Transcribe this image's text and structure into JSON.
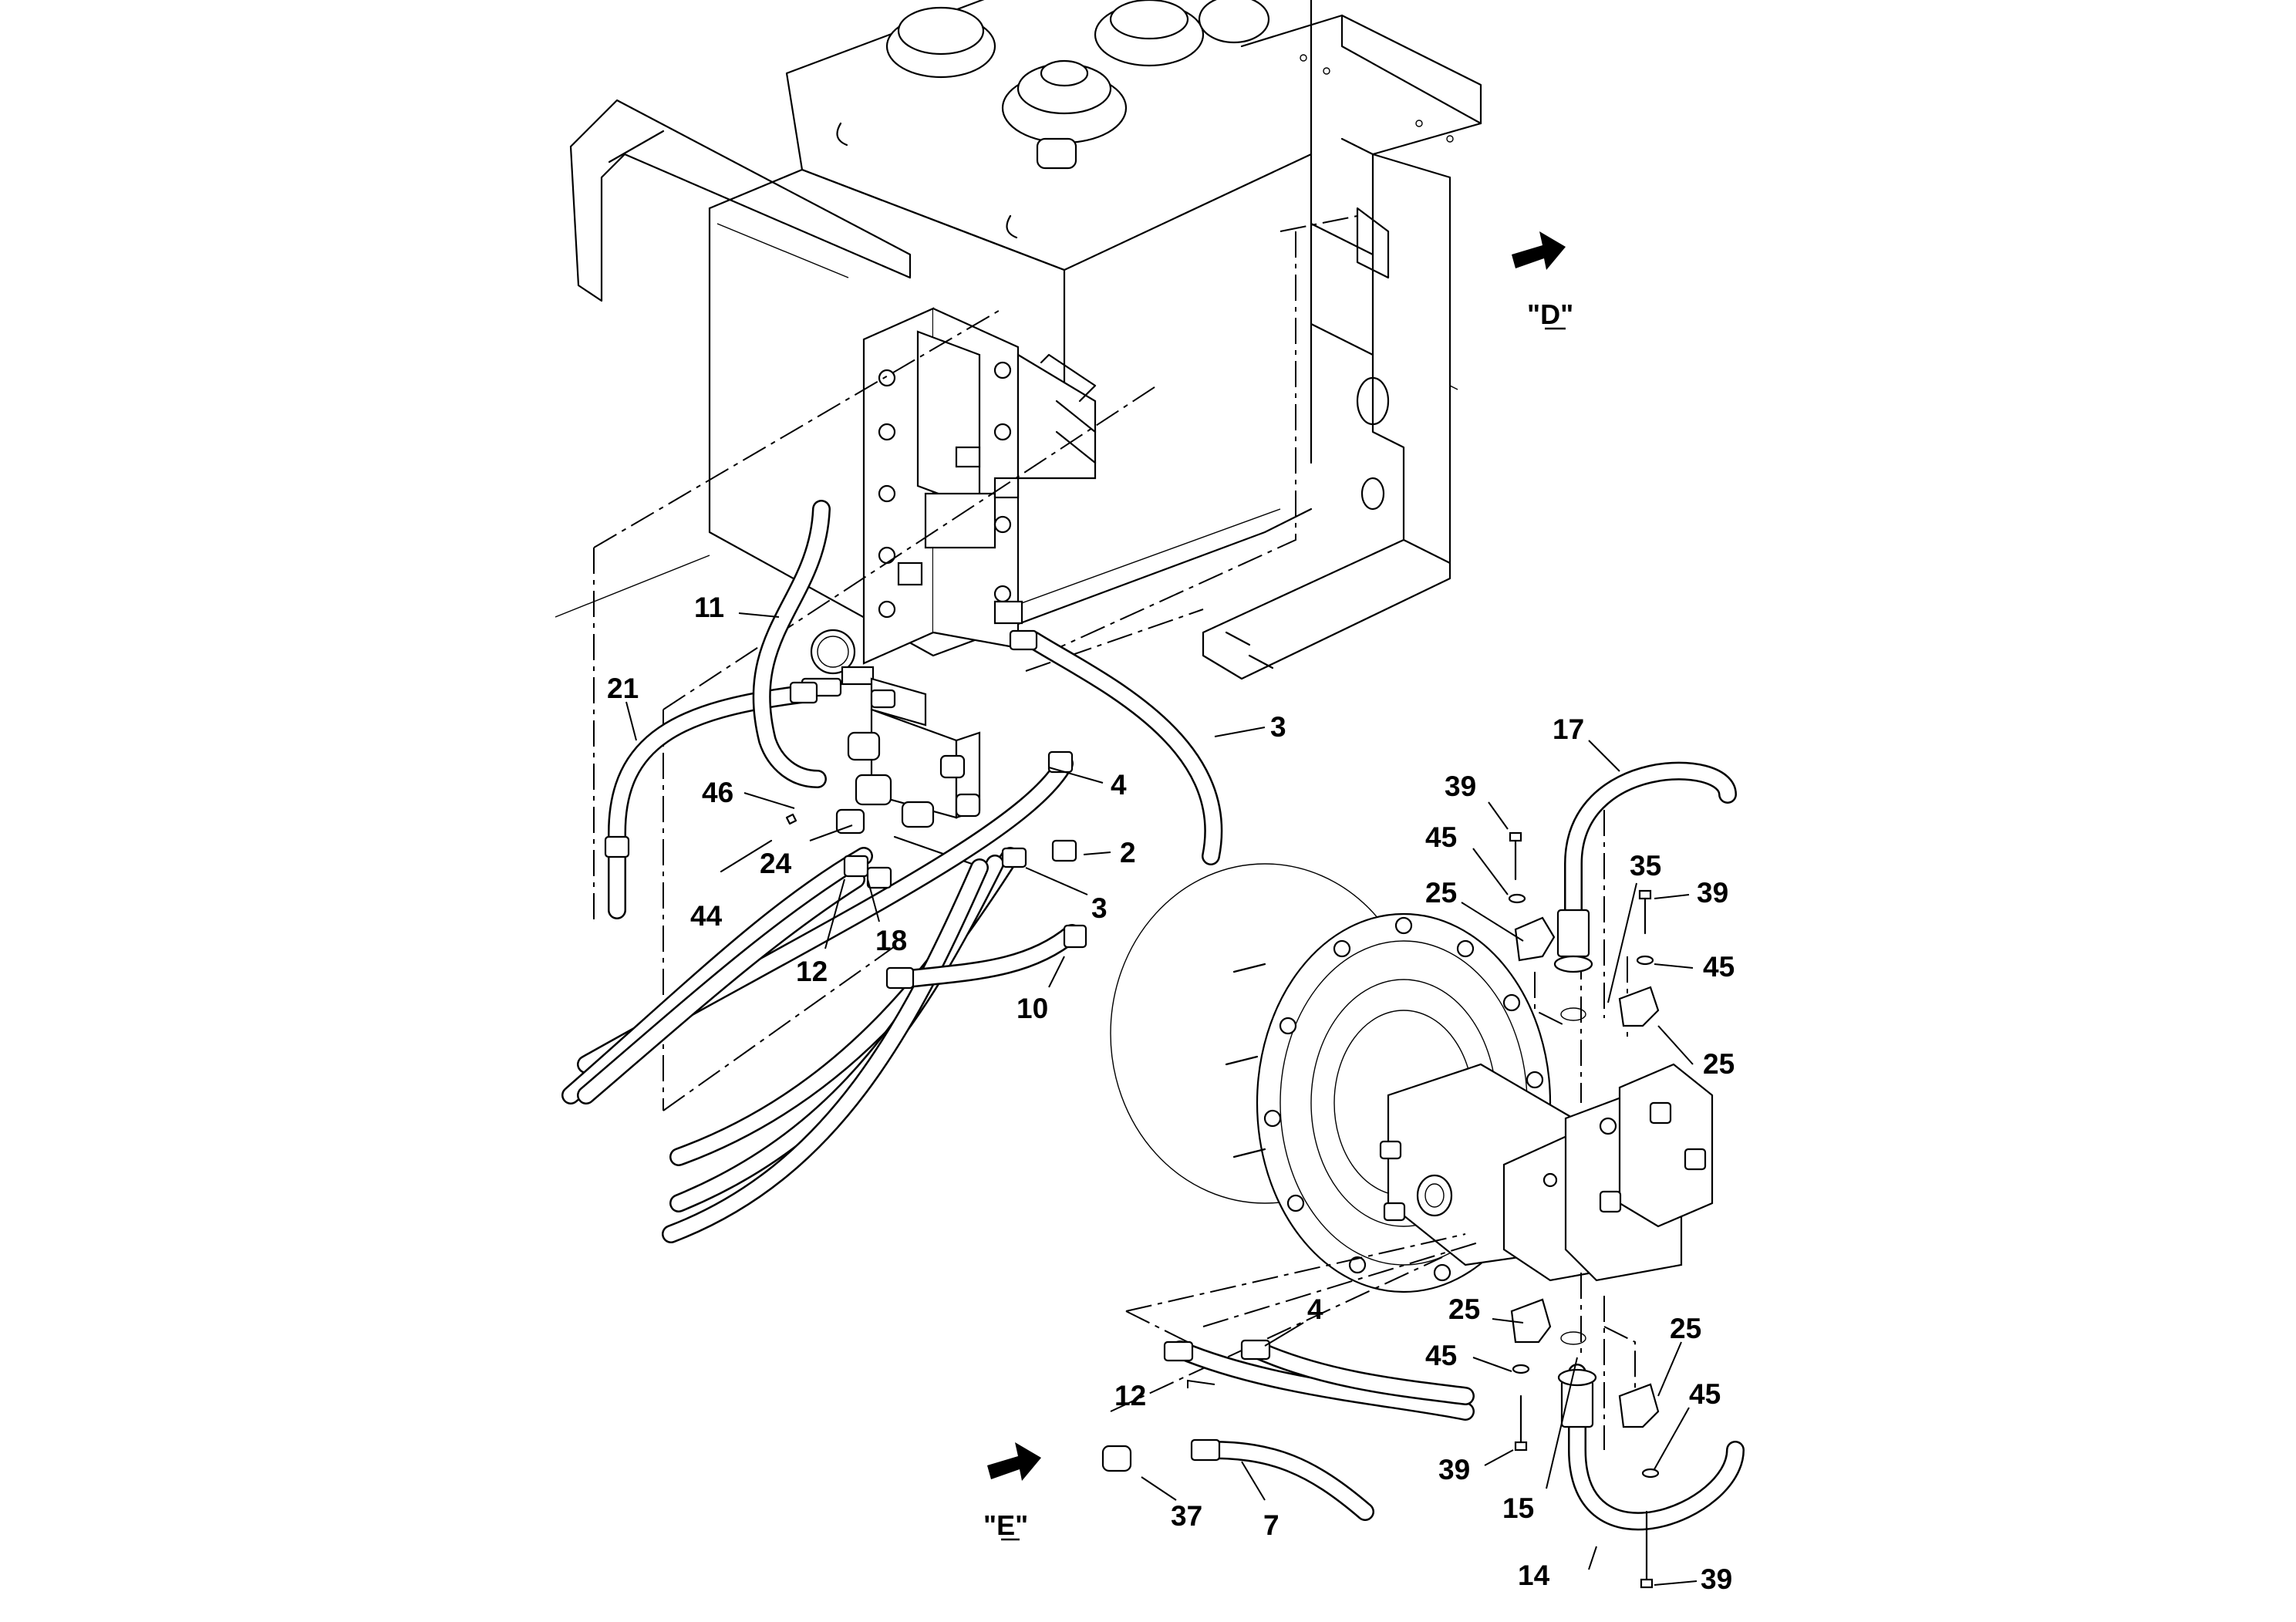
{
  "views": [
    {
      "id": "D",
      "label": "\"D\""
    },
    {
      "id": "E",
      "label": "\"E\""
    }
  ],
  "callouts": [
    {
      "id": "c11",
      "text": "11"
    },
    {
      "id": "c21",
      "text": "21"
    },
    {
      "id": "c3a",
      "text": "3"
    },
    {
      "id": "c4a",
      "text": "4"
    },
    {
      "id": "c46",
      "text": "46"
    },
    {
      "id": "c24",
      "text": "24"
    },
    {
      "id": "c2",
      "text": "2"
    },
    {
      "id": "c3b",
      "text": "3"
    },
    {
      "id": "c44",
      "text": "44"
    },
    {
      "id": "c18",
      "text": "18"
    },
    {
      "id": "c12a",
      "text": "12"
    },
    {
      "id": "c10",
      "text": "10"
    },
    {
      "id": "c17",
      "text": "17"
    },
    {
      "id": "c39a",
      "text": "39"
    },
    {
      "id": "c45a",
      "text": "45"
    },
    {
      "id": "c35",
      "text": "35"
    },
    {
      "id": "c39b",
      "text": "39"
    },
    {
      "id": "c25a",
      "text": "25"
    },
    {
      "id": "c45b",
      "text": "45"
    },
    {
      "id": "c25b",
      "text": "25"
    },
    {
      "id": "c4b",
      "text": "4"
    },
    {
      "id": "c25c",
      "text": "25"
    },
    {
      "id": "c25d",
      "text": "25"
    },
    {
      "id": "c45c",
      "text": "45"
    },
    {
      "id": "c45d",
      "text": "45"
    },
    {
      "id": "c12b",
      "text": "12"
    },
    {
      "id": "c39c",
      "text": "39"
    },
    {
      "id": "c15",
      "text": "15"
    },
    {
      "id": "c37",
      "text": "37"
    },
    {
      "id": "c7",
      "text": "7"
    },
    {
      "id": "c14",
      "text": "14"
    },
    {
      "id": "c39d",
      "text": "39"
    }
  ]
}
